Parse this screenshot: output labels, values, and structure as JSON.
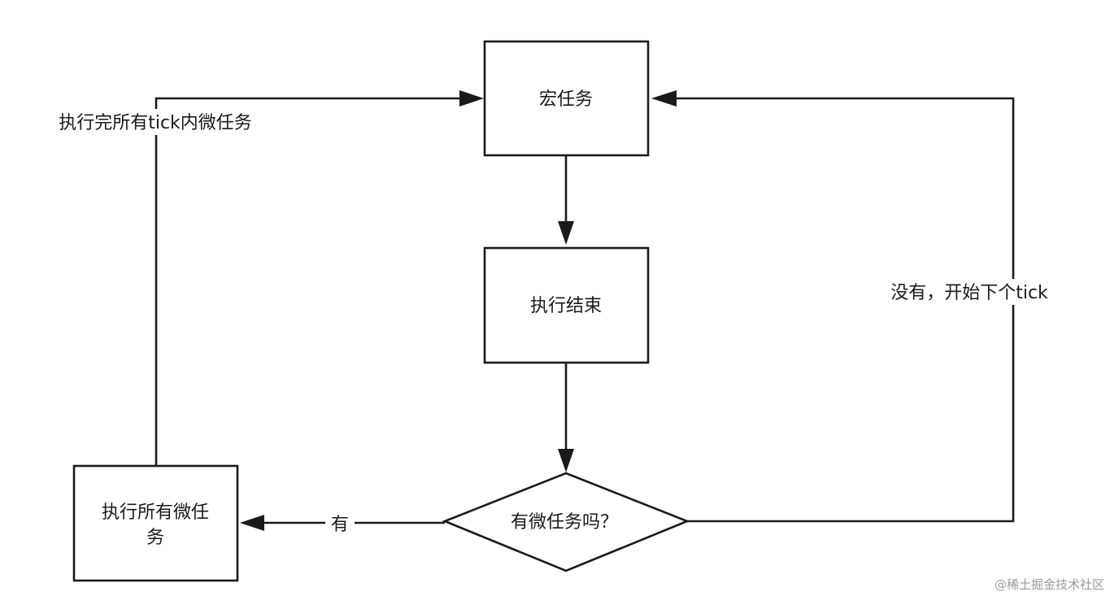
{
  "nodes": {
    "macro_task": "宏任务",
    "execution_end": "执行结束",
    "has_micro_decision": "有微任务吗？",
    "run_all_micro": {
      "line1": "执行所有微任",
      "line2": "务"
    }
  },
  "edges": {
    "yes_label": "有",
    "no_label": "没有，开始下个tick",
    "loop_back_label": "执行完所有tick内微任务"
  },
  "watermark": "@稀土掘金技术社区"
}
